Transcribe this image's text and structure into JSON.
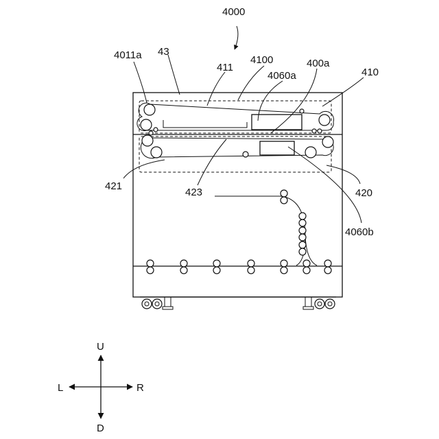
{
  "labels": {
    "apparatus": "4000",
    "belt_left": "4011a",
    "housing": "43",
    "upper_belt": "411",
    "sheet_unit": "4100",
    "sensor_a": "4060a",
    "region_a": "400a",
    "upper_unit": "410",
    "lower_belt": "421",
    "lower_path": "423",
    "lower_unit": "420",
    "sensor_b": "4060b"
  },
  "directions": {
    "up": "U",
    "down": "D",
    "left": "L",
    "right": "R"
  }
}
